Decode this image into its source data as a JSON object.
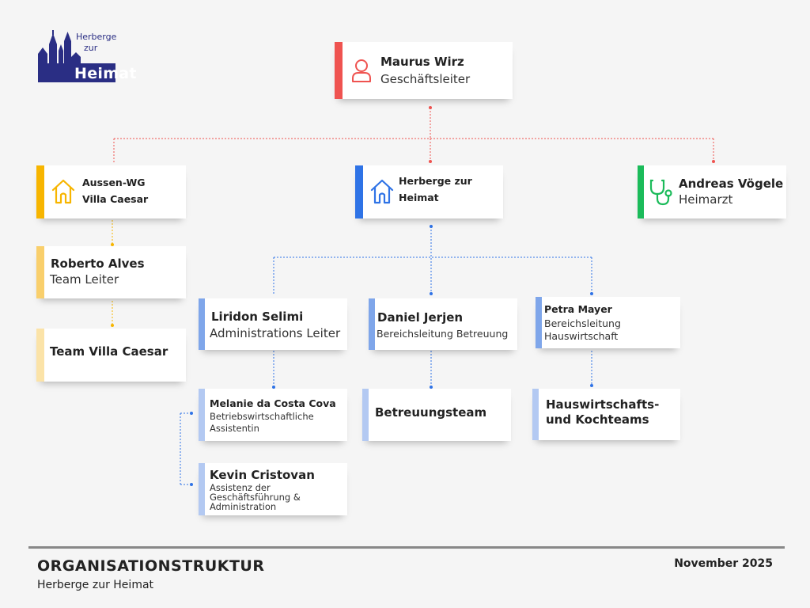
{
  "logo": {
    "line1": "Herberge",
    "line2": "zur",
    "line3": "Heimat"
  },
  "colors": {
    "red": "#ef5350",
    "yellow": "#f7b500",
    "yellow_light": "#f9cf6c",
    "yellow_pale": "#fbe3a8",
    "blue": "#2f73e6",
    "blue_light": "#7fa6ea",
    "blue_pale": "#b3c9f2",
    "green": "#1bbb5a"
  },
  "org": {
    "ceo": {
      "name": "Maurus Wirz",
      "role": "Geschäftsleiter",
      "icon": "person-icon"
    },
    "villa": {
      "line1": "Aussen-WG",
      "line2": "Villa Caesar",
      "icon": "house-icon"
    },
    "herberge": {
      "line1": "Herberge zur",
      "line2": "Heimat",
      "icon": "house-icon"
    },
    "doctor": {
      "name": "Andreas Vögele",
      "role": "Heimarzt",
      "icon": "stethoscope-icon"
    },
    "roberto": {
      "name": "Roberto Alves",
      "role": "Team Leiter"
    },
    "team_villa": {
      "name": "Team Villa Caesar"
    },
    "liridon": {
      "name": "Liridon Selimi",
      "role": "Administrations Leiter"
    },
    "daniel": {
      "name": "Daniel Jerjen",
      "role": "Bereichsleitung Betreuung"
    },
    "petra": {
      "name": "Petra Mayer",
      "role1": "Bereichsleitung",
      "role2": "Hauswirtschaft"
    },
    "melanie": {
      "name": "Melanie da Costa Cova",
      "role1": "Betriebswirtschaftliche",
      "role2": "Assistentin"
    },
    "kevin": {
      "name": "Kevin Cristovan",
      "role1": "Assistenz der",
      "role2": "Geschäftsführung &",
      "role3": "Administration"
    },
    "betreuungsteam": {
      "name": "Betreuungsteam"
    },
    "hauswirtschaft": {
      "line1": "Hauswirtschafts-",
      "line2": "und Kochteams"
    }
  },
  "footer": {
    "title": "ORGANISATIONSTRUKTUR",
    "subtitle": "Herberge zur Heimat",
    "date": "November 2025"
  }
}
